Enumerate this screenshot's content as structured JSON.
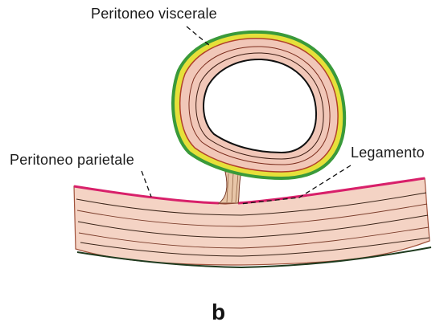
{
  "labels": {
    "visceral": "Peritoneo viscerale",
    "parietal": "Peritoneo parietale",
    "ligament": "Legamento"
  },
  "panel_letter": "b",
  "colors": {
    "background": "#ffffff",
    "visceral_outer": "#3a9a3a",
    "visceral_edge": "#e6e03a",
    "parietal_line": "#d8206a",
    "tissue_fill": "#f4d3c4",
    "tissue_stroke": "#a0523c",
    "fiber": "#3a2418"
  }
}
